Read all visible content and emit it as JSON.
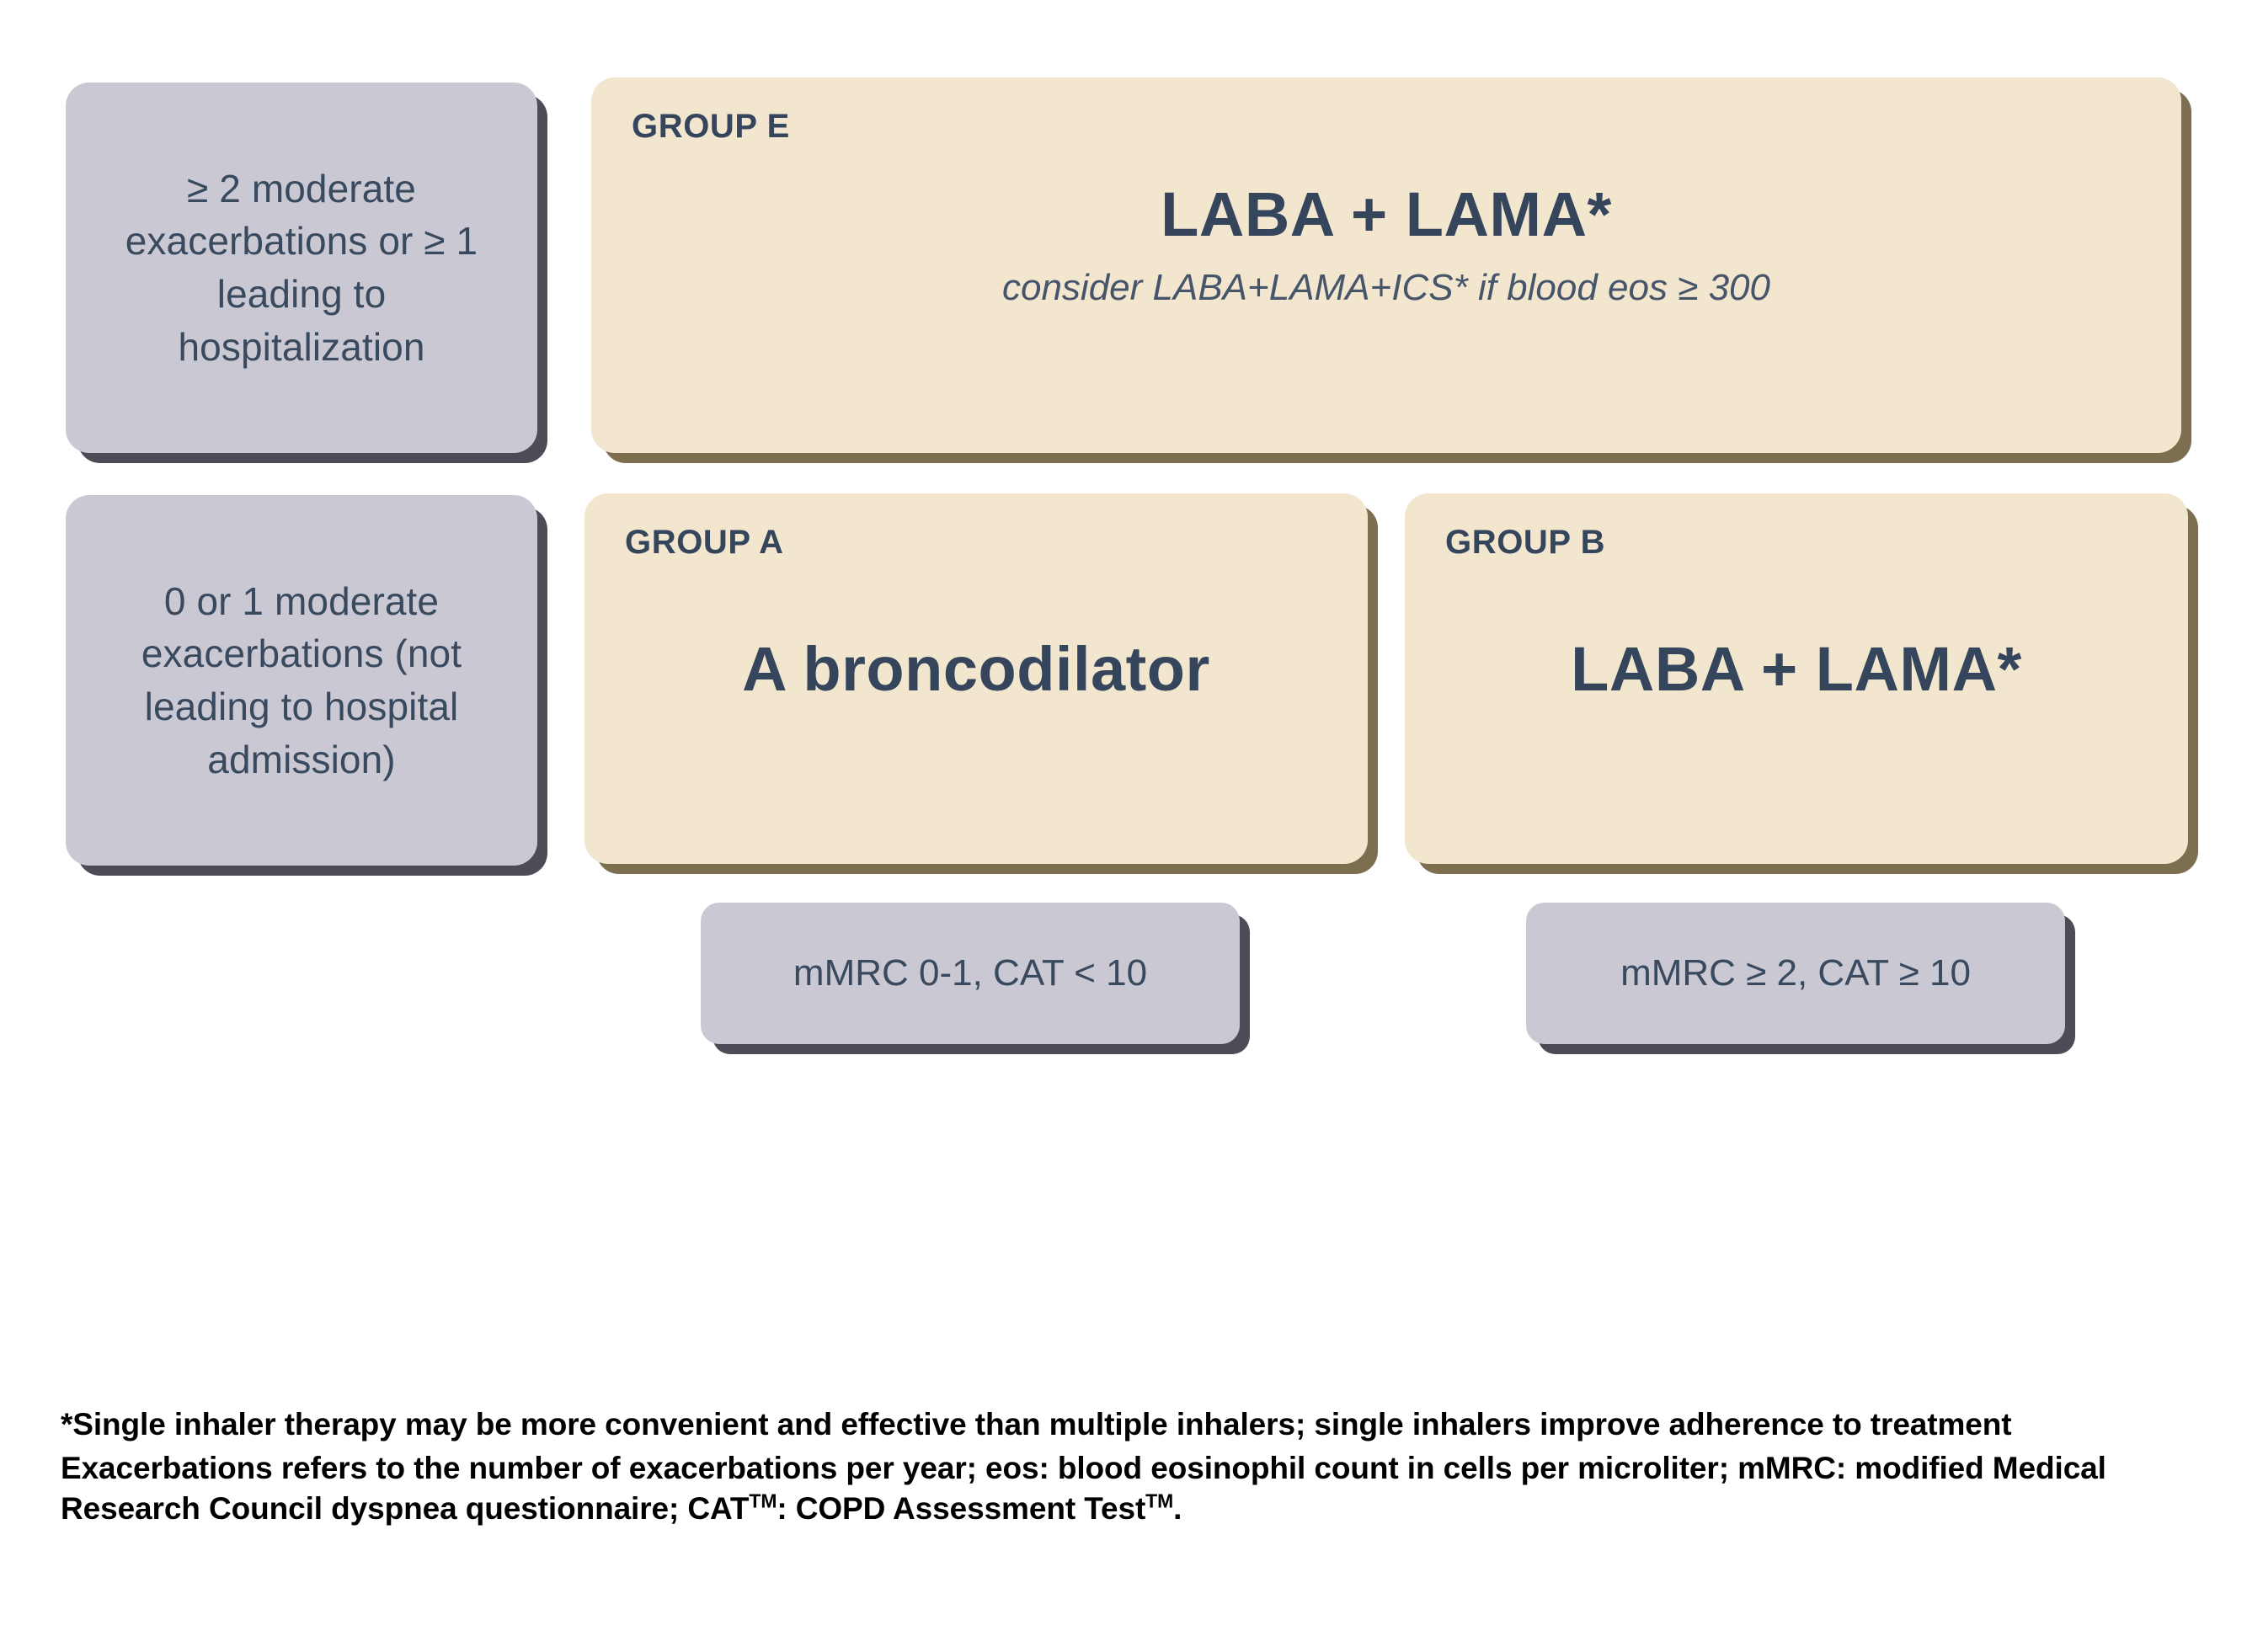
{
  "criteria": [
    {
      "id": "high-exacerbation-risk",
      "text": "≥ 2 moderate exacerbations or ≥ 1 leading to hospitalization"
    },
    {
      "id": "low-exacerbation-risk",
      "text": "0 or 1 moderate exacerbations (not leading to hospital admission)"
    }
  ],
  "groups": [
    {
      "id": "group-e",
      "label": "GROUP E",
      "treatment": "LABA + LAMA*",
      "note": "consider LABA+LAMA+ICS* if blood eos ≥ 300"
    },
    {
      "id": "group-a",
      "label": "GROUP A",
      "treatment": "A broncodilator",
      "note": ""
    },
    {
      "id": "group-b",
      "label": "GROUP B",
      "treatment": "LABA + LAMA*",
      "note": ""
    }
  ],
  "symptom_badges": [
    {
      "id": "badge-group-a",
      "text": "mMRC 0-1, CAT < 10"
    },
    {
      "id": "badge-group-b",
      "text": "mMRC ≥ 2, CAT ≥ 10"
    }
  ],
  "footnotes": {
    "line1": "*Single inhaler therapy may be more convenient and effective than multiple inhalers; single inhalers improve adherence to treatment",
    "line2_a": "Exacerbations refers to the number of exacerbations per year; eos: blood eosinophil count in cells per microliter; mMRC: modified Medical Research Council dyspnea questionnaire; CAT",
    "line2_tm1": "TM",
    "line2_b": ": COPD Assessment Test",
    "line2_tm2": "TM",
    "line2_c": "."
  },
  "colors": {
    "cream_fill": "#f2e6cf",
    "cream_shadow": "#7c6e4f",
    "grey_fill": "#c9c8d3",
    "grey_shadow": "#4c4c57",
    "navy_text": "#35465c",
    "footnote_text": "#000000"
  }
}
